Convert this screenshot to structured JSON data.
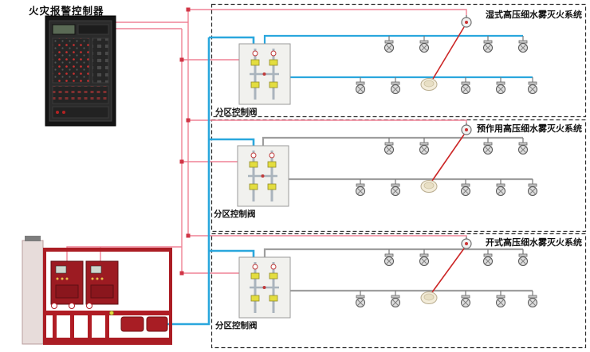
{
  "controller": {
    "label": "火灾报警控制器"
  },
  "sections": [
    {
      "title": "湿式高压细水雾灭火系统",
      "valve_label": "分区控制阀",
      "pipe_color": "#2aa7dd"
    },
    {
      "title": "预作用高压细水雾灭火系统",
      "valve_label": "分区控制阀",
      "pipe_color": "#9e9e9e"
    },
    {
      "title": "开式高压细水雾灭火系统",
      "valve_label": "分区控制阀",
      "pipe_color": "#9e9e9e"
    }
  ],
  "colors": {
    "signal_line": "#ef8295",
    "supply_line": "#2aa7dd",
    "pipe_gray": "#9e9e9e",
    "alarm_line": "#cc2626",
    "border_color": "#2b2b2b",
    "pump_red": "#ab1d24",
    "valve_yellow": "#e3dd3f"
  }
}
